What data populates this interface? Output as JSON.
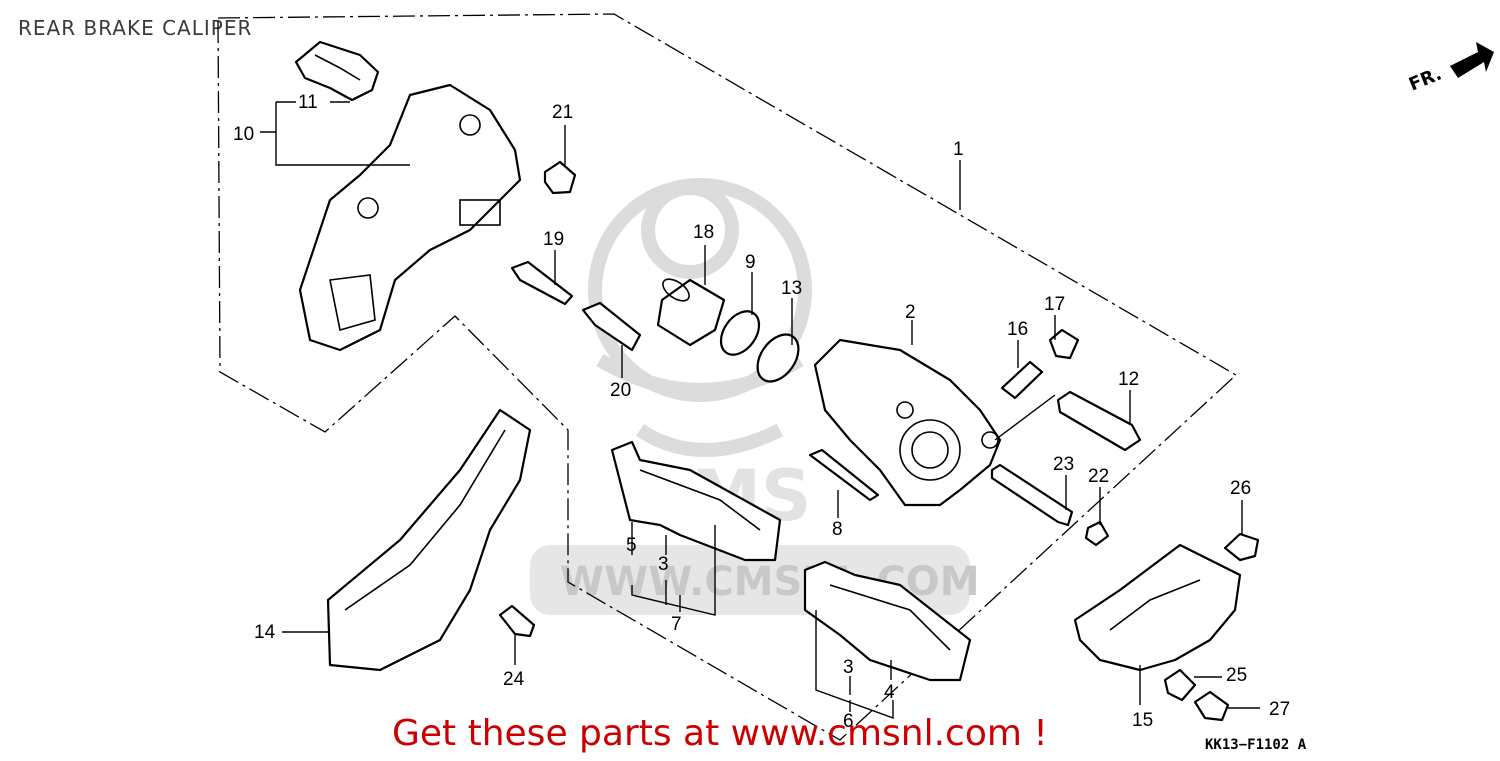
{
  "title": "REAR BRAKE CALIPER",
  "direction_marker": {
    "label": "FR.",
    "icon": "forward-arrow-icon"
  },
  "watermark": {
    "text": "WWW.CMSNL.COM",
    "logo_text": "CMS"
  },
  "promo_text": "Get these parts at www.cmsnl.com !",
  "diagram_code": "KK13−F1102 A",
  "colors": {
    "promo": "#cc0000",
    "watermark": "#d9d9d9",
    "lines": "#000000"
  },
  "callouts": {
    "c1": "1",
    "c2": "2",
    "c3a": "3",
    "c3b": "3",
    "c4": "4",
    "c5": "5",
    "c6": "6",
    "c7": "7",
    "c8": "8",
    "c9": "9",
    "c10": "10",
    "c11": "11",
    "c12": "12",
    "c13": "13",
    "c14": "14",
    "c15": "15",
    "c16": "16",
    "c17": "17",
    "c18": "18",
    "c19": "19",
    "c20": "20",
    "c21": "21",
    "c22": "22",
    "c23": "23",
    "c24": "24",
    "c25": "25",
    "c26": "26",
    "c27": "27"
  }
}
